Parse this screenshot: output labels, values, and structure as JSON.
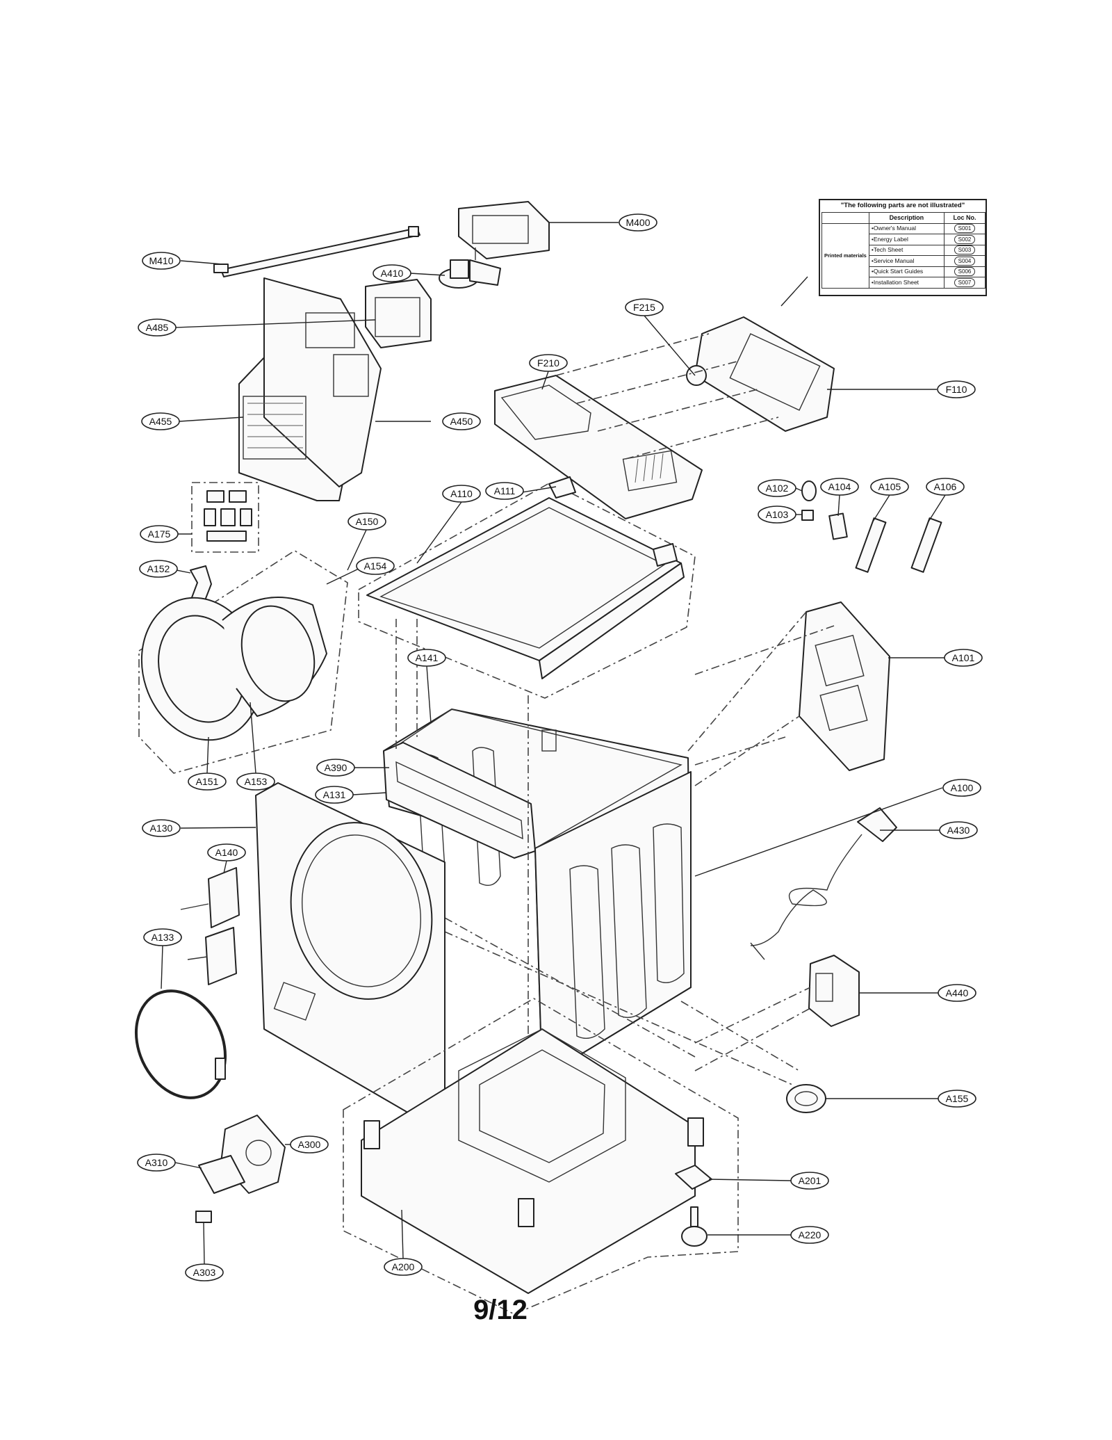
{
  "page_number": "9/12",
  "notice": {
    "title": "\"The following parts are not illustrated\"",
    "col_description": "Description",
    "col_loc": "Loc No.",
    "group_label": "Printed materials",
    "rows": [
      {
        "description": "•Owner's Manual",
        "loc": "S001"
      },
      {
        "description": "•Energy Label",
        "loc": "S002"
      },
      {
        "description": "•Tech Sheet",
        "loc": "S003"
      },
      {
        "description": "•Service Manual",
        "loc": "S004"
      },
      {
        "description": "•Quick Start Guides",
        "loc": "S006"
      },
      {
        "description": "•Installation Sheet",
        "loc": "S007"
      }
    ]
  },
  "callouts": [
    "M410",
    "M400",
    "A485",
    "A410",
    "F215",
    "F210",
    "F110",
    "A455",
    "A450",
    "A110",
    "A111",
    "A102",
    "A103",
    "A104",
    "A105",
    "A106",
    "A175",
    "A150",
    "A152",
    "A154",
    "A101",
    "A141",
    "A151",
    "A153",
    "A390",
    "A131",
    "A100",
    "A130",
    "A430",
    "A140",
    "A133",
    "A440",
    "A155",
    "A300",
    "A310",
    "A201",
    "A220",
    "A200",
    "A303"
  ]
}
